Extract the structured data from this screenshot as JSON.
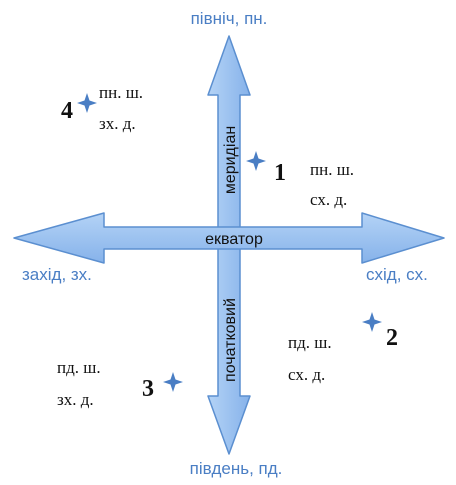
{
  "directions": {
    "north": "північ, пн.",
    "south": "південь, пд.",
    "west": "захід, зх.",
    "east": "схід, сх."
  },
  "axes": {
    "equator": "екватор",
    "meridian": "меридіан",
    "prime": "початковий"
  },
  "quadrants": [
    {
      "number": "1",
      "lat": "пн. ш.",
      "lon": "сх. д."
    },
    {
      "number": "2",
      "lat": "пд. ш.",
      "lon": "сх. д."
    },
    {
      "number": "3",
      "lat": "пд. ш.",
      "lon": "зх. д."
    },
    {
      "number": "4",
      "lat": "пн. ш.",
      "lon": "зх. д."
    }
  ],
  "colors": {
    "arrow_fill": "#9ec3f0",
    "arrow_stroke": "#5b8fd0",
    "direction_text": "#4a7ec4",
    "star": "#4a7ec4"
  }
}
